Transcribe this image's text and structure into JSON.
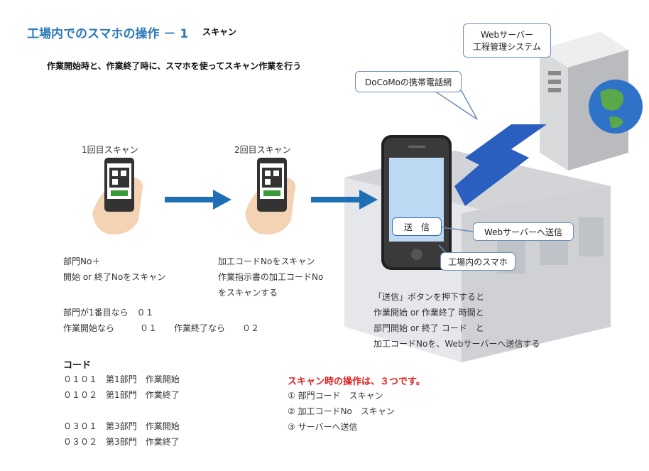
{
  "title": "工場内でのスマホの操作 － 1",
  "subtitle": "スキャン",
  "intro": "作業開始時と、作業終了時に、スマホを使ってスキャン作業を行う",
  "scan1_label": "1回目スキャン",
  "scan2_label": "2回目スキャン",
  "web_server_label_1": "Webサーバー",
  "web_server_label_2": "工程管理システム",
  "network_label": "DoCoMoの携帯電話網",
  "send_button_label": "送　信",
  "send_callout": "Webサーバーへ送信",
  "phone_callout": "工場内のスマホ",
  "scan1_desc": [
    "部門No＋",
    "開始 or 終了Noをスキャン"
  ],
  "scan2_desc": [
    "加工コードNoをスキャン",
    "作業指示書の加工コードNo",
    "をスキャンする"
  ],
  "dept_rule": [
    "部門が1番目なら　０１",
    "作業開始なら　　　０１　　作業終了なら　　０２"
  ],
  "send_desc": [
    "「送信」ボタンを押下すると",
    "作業開始 or 作業終了 時間と",
    "部門開始 or 終了 コード　と",
    "加工コードNoを、Webサーバーへ送信する"
  ],
  "code_title": "コード",
  "codes": [
    {
      "code": "０１０１",
      "dept": "第1部門",
      "action": "作業開始"
    },
    {
      "code": "０１０２",
      "dept": "第1部門",
      "action": "作業終了"
    },
    {
      "code": "０３０１",
      "dept": "第3部門",
      "action": "作業開始"
    },
    {
      "code": "０３０２",
      "dept": "第3部門",
      "action": "作業終了"
    }
  ],
  "ops_title": "スキャン時の操作は、３つです。",
  "ops": [
    "① 部門コード　スキャン",
    "② 加工コードNo　スキャン",
    "③ サーバーへ送信"
  ],
  "colors": {
    "title": "#2b79b8",
    "arrow": "#1f6fb4",
    "ops_title": "#e02020",
    "lightning": "#2a5fbf"
  }
}
